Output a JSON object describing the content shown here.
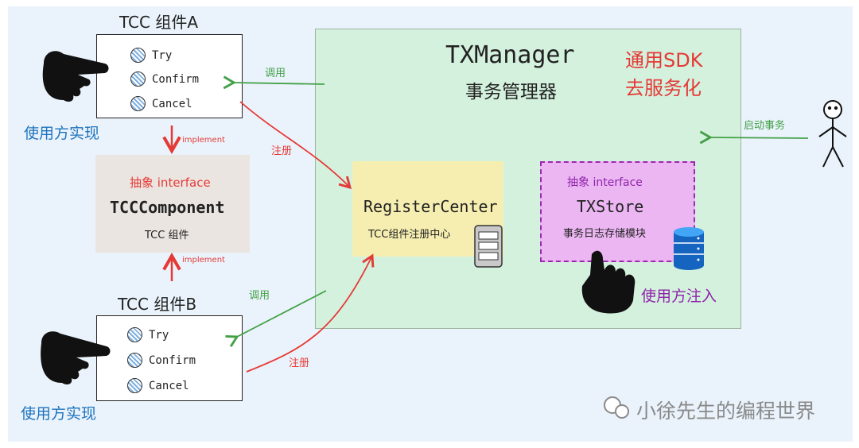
{
  "txmanager": {
    "title": "TXManager",
    "subtitle": "事务管理器",
    "sdk_line1": "通用SDK",
    "sdk_line2": "去服务化"
  },
  "component_a": {
    "title": "TCC 组件A",
    "items": [
      "Try",
      "Confirm",
      "Cancel"
    ],
    "impl_label": "使用方实现"
  },
  "component_b": {
    "title": "TCC 组件B",
    "items": [
      "Try",
      "Confirm",
      "Cancel"
    ],
    "impl_label": "使用方实现"
  },
  "tcc_interface": {
    "tag": "抽象 interface",
    "name": "TCCComponent",
    "desc": "TCC 组件"
  },
  "register_center": {
    "name": "RegisterCenter",
    "desc": "TCC组件注册中心"
  },
  "txstore": {
    "tag": "抽象 interface",
    "name": "TXStore",
    "desc": "事务日志存储模块",
    "inject_label": "使用方注入"
  },
  "arrows": {
    "call_a": "调用",
    "call_b": "调用",
    "register_a": "注册",
    "register_b": "注册",
    "implement_top": "implement",
    "implement_bottom": "implement",
    "start_tx": "启动事务"
  },
  "watermark": "小徐先生的编程世界",
  "colors": {
    "txmanager_bg": "#d4f1de",
    "register_bg": "#f6eeb0",
    "txstore_bg": "#ecb6f3",
    "interface_bg": "#ebe5e1",
    "canvas_bg": "#eaf3fb",
    "red": "#e53935",
    "green": "#43a047",
    "blue": "#1e73be",
    "purple": "#8e24aa"
  }
}
